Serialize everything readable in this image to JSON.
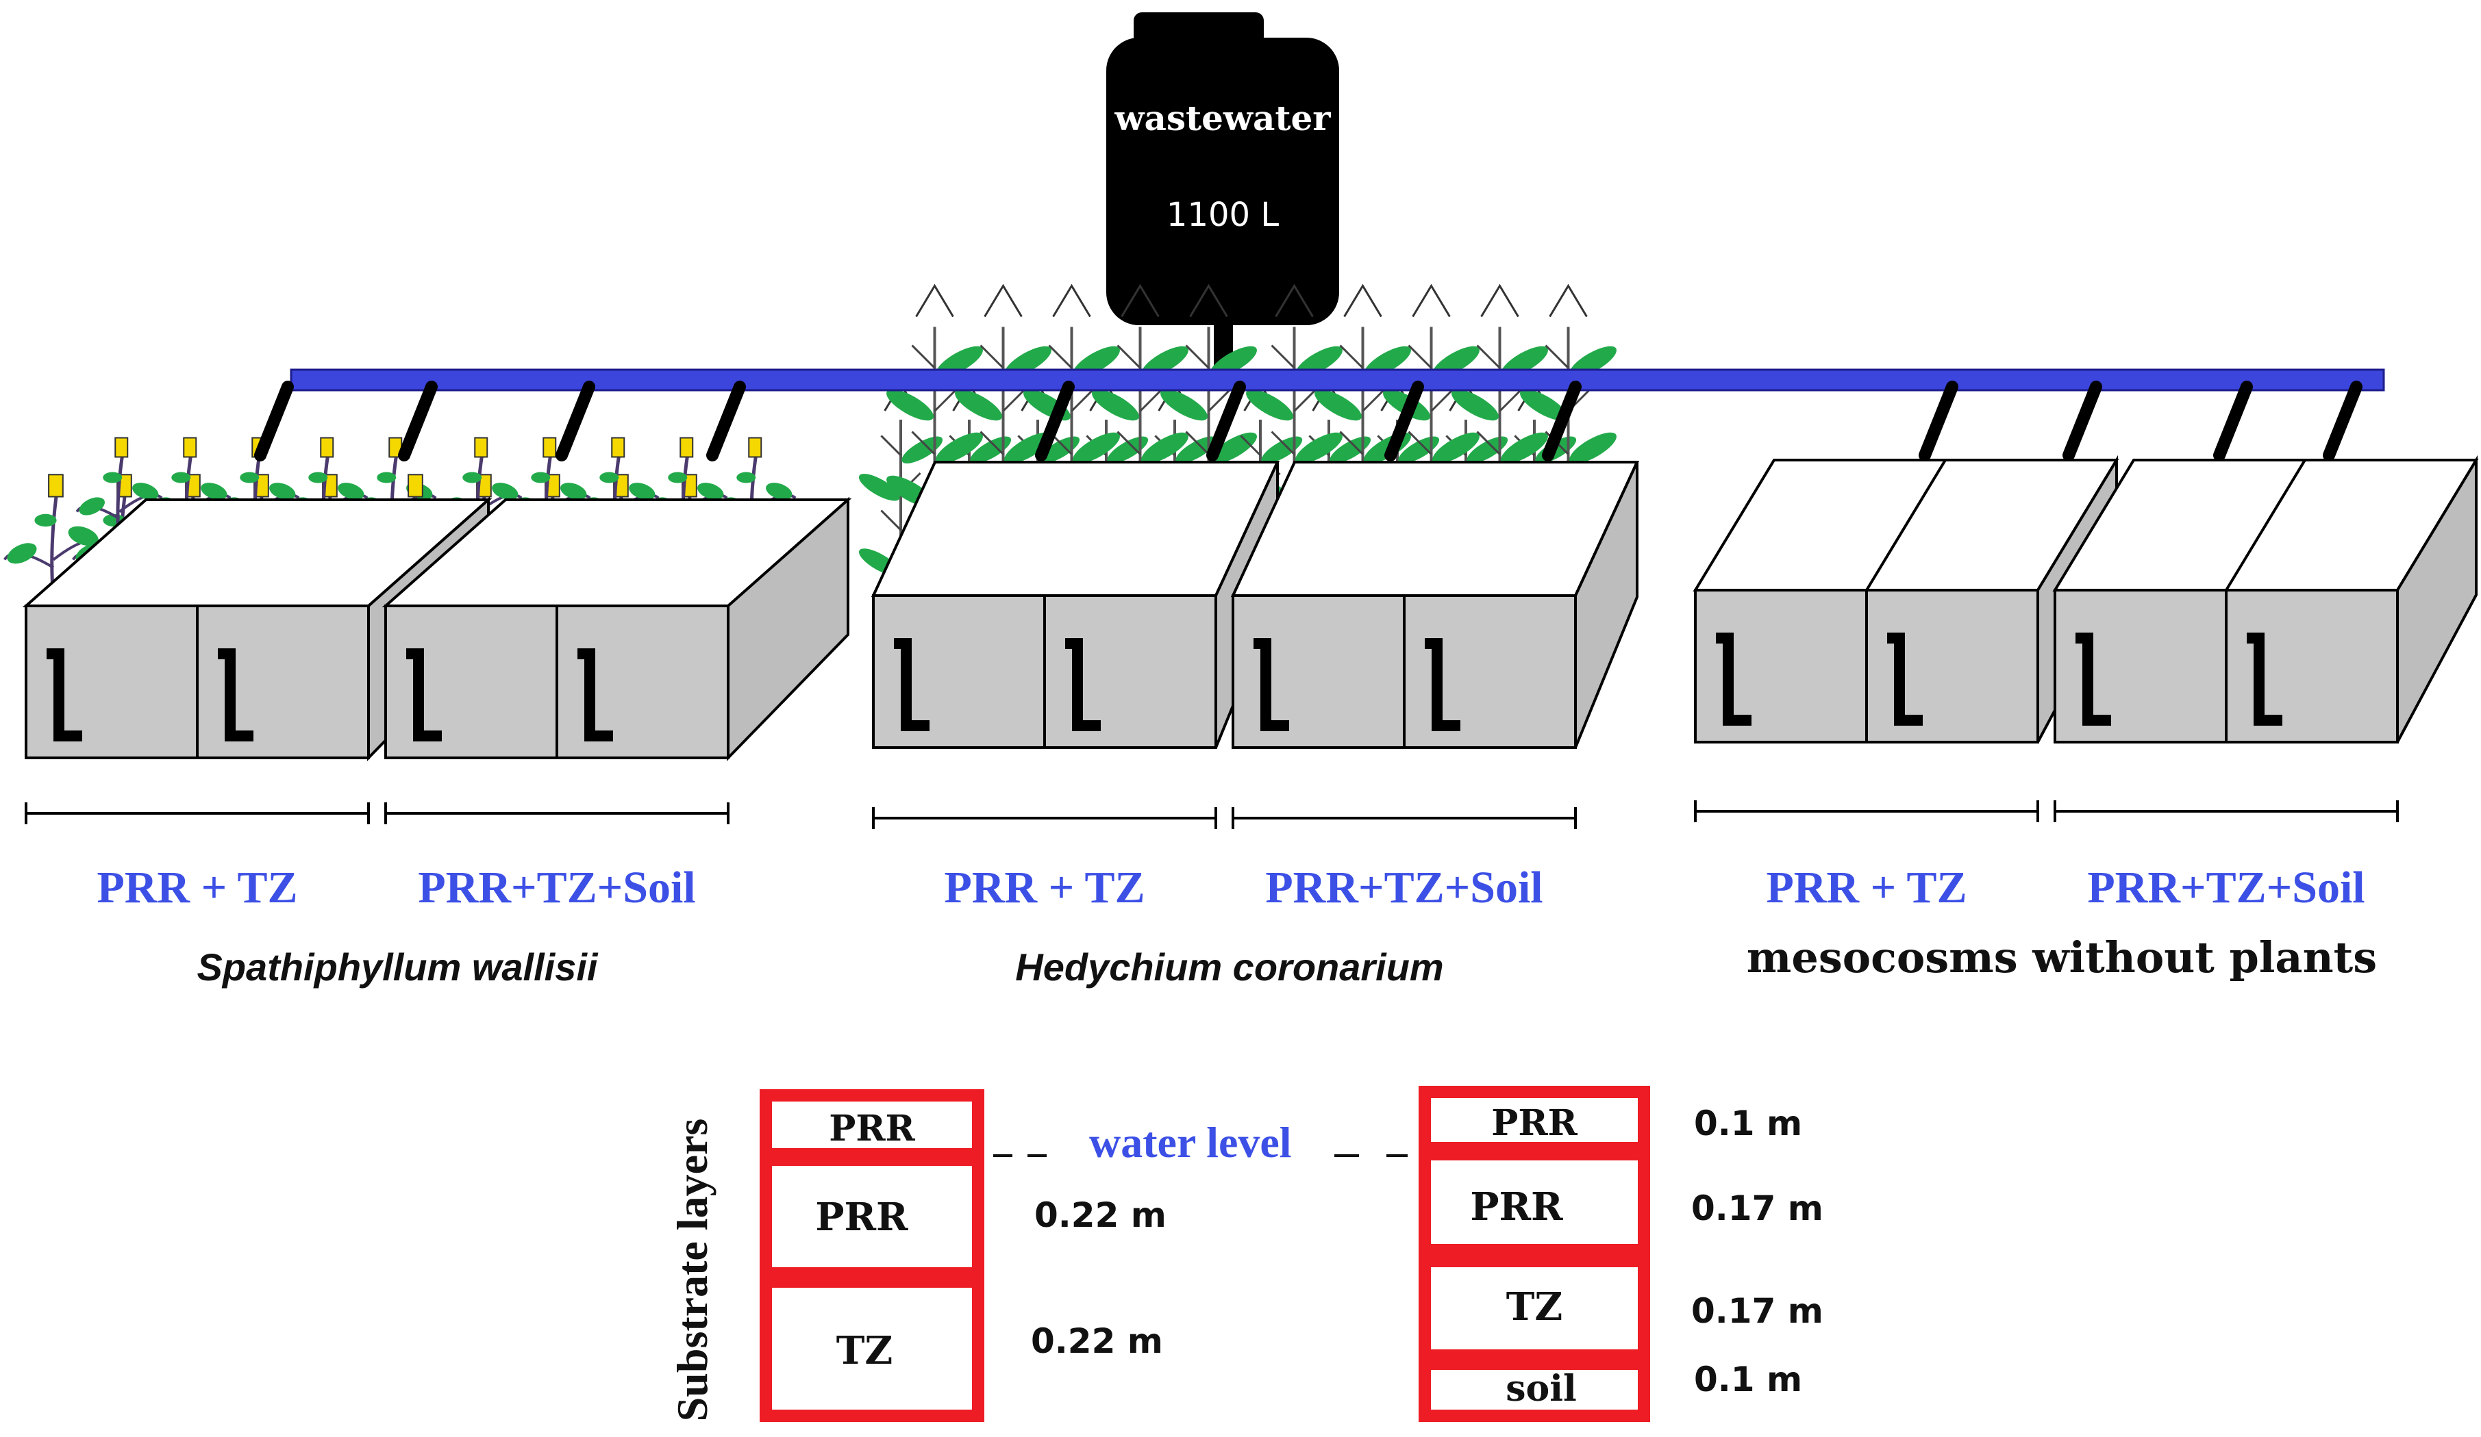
{
  "tank": {
    "title": "wastewater",
    "volume": "1100 L"
  },
  "groups": [
    {
      "species": "Spathiphyllum wallisii",
      "species_italic": true,
      "plant": "spathiphyllum",
      "treatments": [
        "PRR + TZ",
        "PRR+TZ+Soil"
      ]
    },
    {
      "species": "Hedychium coronarium",
      "species_italic": true,
      "plant": "hedychium",
      "treatments": [
        "PRR + TZ",
        "PRR+TZ+Soil"
      ]
    },
    {
      "species": "mesocosms without plants",
      "species_italic": false,
      "plant": "none",
      "treatments": [
        "PRR + TZ",
        "PRR+TZ+Soil"
      ]
    }
  ],
  "substrate": {
    "axis_title": "Substrate layers",
    "water_level_label": "water level",
    "left_column": [
      {
        "label": "PRR",
        "depth": ""
      },
      {
        "label": "PRR",
        "depth": "0.22 m"
      },
      {
        "label": "TZ",
        "depth": "0.22 m"
      }
    ],
    "right_column": [
      {
        "label": "PRR",
        "depth": "0.1 m"
      },
      {
        "label": "PRR",
        "depth": "0.17 m"
      },
      {
        "label": "TZ",
        "depth": "0.17 m"
      },
      {
        "label": "soil",
        "depth": "0.1 m"
      }
    ]
  },
  "colors": {
    "pipe": "#3c46dc",
    "tank": "#000000",
    "box_face": "#c8c8c8",
    "box_side": "#bdbdbd",
    "layer_border": "#ee1c24",
    "treatment_text": "#3c50e6",
    "leaf": "#22aa4a",
    "stem": "#4b3a6e",
    "flower": "#f5d800"
  }
}
